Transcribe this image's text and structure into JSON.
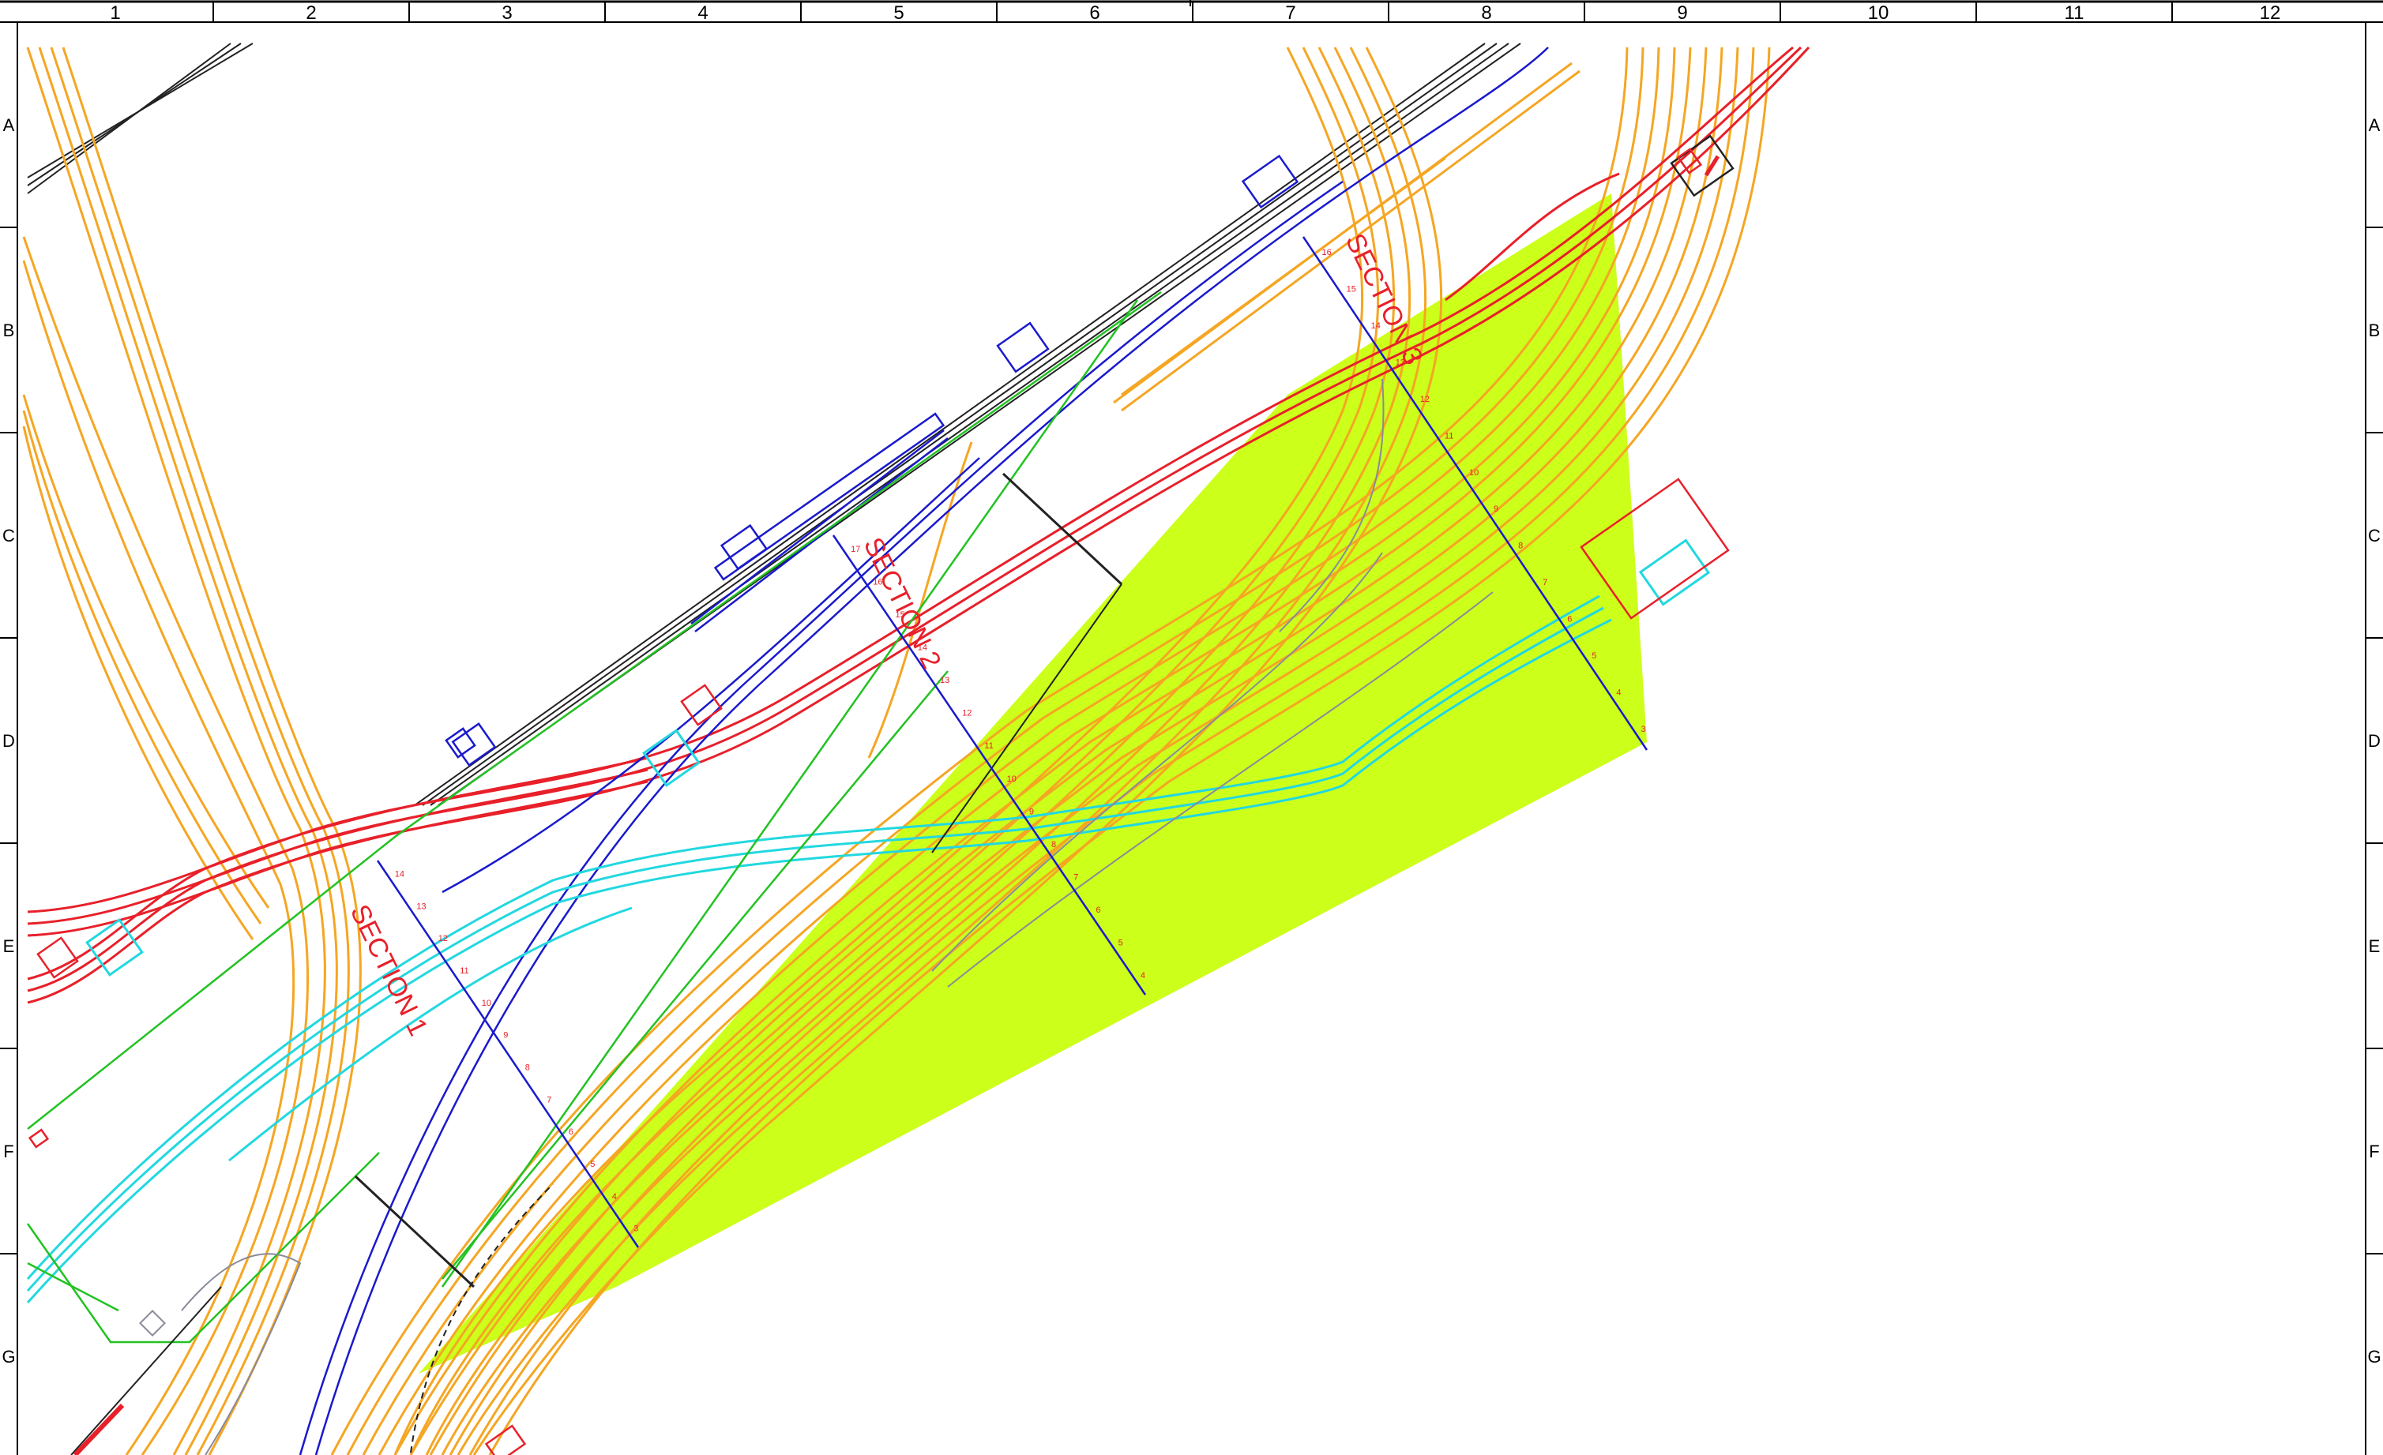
{
  "sheet": {
    "columns": [
      "1",
      "2",
      "3",
      "4",
      "5",
      "6",
      "7",
      "8",
      "9",
      "10",
      "11",
      "12"
    ],
    "rows": [
      "A",
      "B",
      "C",
      "D",
      "E",
      "F",
      "G"
    ]
  },
  "sections": [
    {
      "label": "SECTION 1",
      "stations": [
        "14",
        "13",
        "12",
        "11",
        "10",
        "9",
        "8",
        "7",
        "6",
        "5",
        "4",
        "3"
      ]
    },
    {
      "label": "SECTION 2",
      "stations": [
        "17",
        "16",
        "15",
        "14",
        "13",
        "12",
        "11",
        "10",
        "9",
        "8",
        "7",
        "6",
        "5",
        "4"
      ]
    },
    {
      "label": "SECTION 3",
      "stations": [
        "16",
        "15",
        "14",
        "13",
        "12",
        "11",
        "10",
        "9",
        "8",
        "7",
        "6",
        "5",
        "4",
        "3"
      ]
    }
  ],
  "colors": {
    "highlight_area": "#ccff1a",
    "track_orange": "#f5a623",
    "track_red": "#e8202a",
    "track_blue": "#1a1acc",
    "track_cyan": "#22d8e0",
    "track_green": "#22c222",
    "track_black": "#222222",
    "grey": "#8a8a9a",
    "section_line": "#1a1acc",
    "section_text": "#e8202a"
  }
}
